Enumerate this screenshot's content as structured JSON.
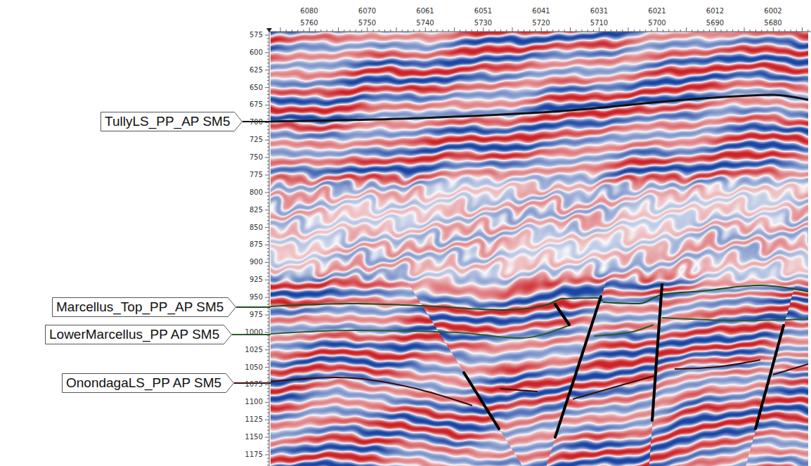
{
  "diagram": {
    "nodes": [
      {
        "text": [
          "TullyLS_PP_AP SM5"
        ]
      },
      {
        "text": [
          "Marcellus_Top_PP_AP SM5"
        ]
      },
      {
        "text": [
          "LowerMarcellus_PP AP SM5"
        ]
      },
      {
        "text": [
          "OnondagaLS_PP AP SM5"
        ]
      }
    ],
    "labels": [
      "6080",
      "6070",
      "6061",
      "6051",
      "6041",
      "6031",
      "6021",
      "6012",
      "6002",
      "5760",
      "5750",
      "5740",
      "5730",
      "5720",
      "5710",
      "5700",
      "5690",
      "5680",
      "575",
      "600",
      "625",
      "650",
      "675",
      "700",
      "725",
      "750",
      "775",
      "800",
      "825",
      "850",
      "875",
      "900",
      "925",
      "950",
      "975",
      "1000",
      "1025",
      "1050",
      "1075",
      "1100",
      "1125",
      "1150",
      "1175"
    ]
  }
}
